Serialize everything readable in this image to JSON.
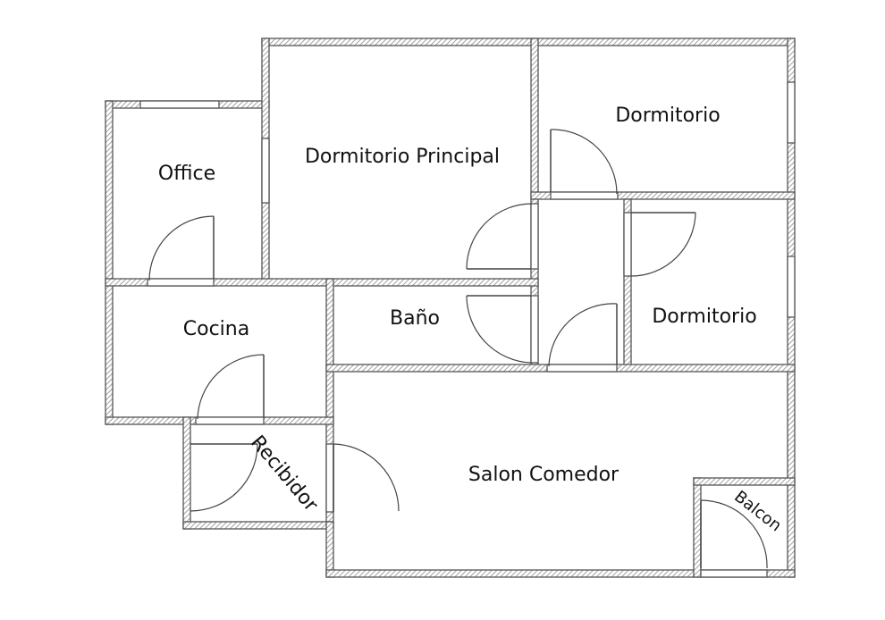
{
  "rooms": {
    "office": "Office",
    "dormitorio_principal": "Dormitorio Principal",
    "dormitorio_norte": "Dormitorio",
    "dormitorio_este": "Dormitorio",
    "cocina": "Cocina",
    "bano": "Baño",
    "salon_comedor": "Salon Comedor",
    "recibidor": "Recibidor",
    "balcon": "Balcon"
  },
  "colors": {
    "wall_stroke": "#555555",
    "wall_hatch": "#8a8a8a",
    "background": "#ffffff",
    "text": "#111111"
  }
}
